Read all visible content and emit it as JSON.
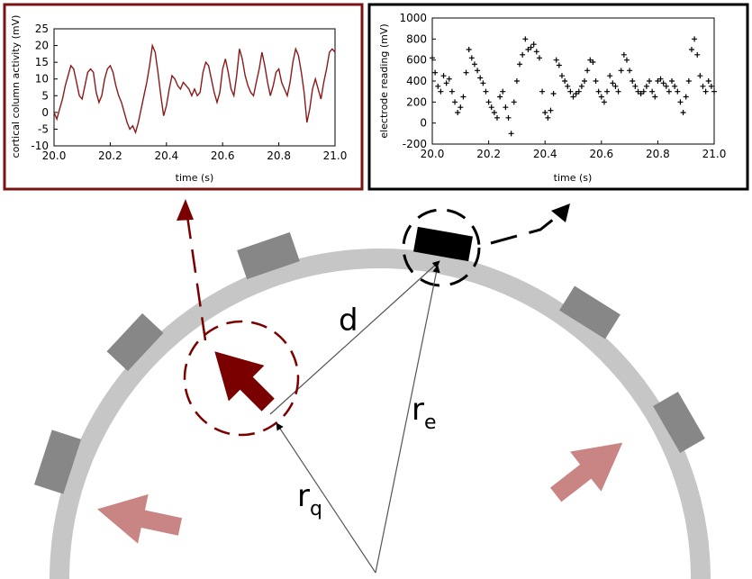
{
  "colors": {
    "dipole": "#7a0000",
    "dipole_faint": "#c98484",
    "panel_left_border": "#7a1414",
    "panel_right_border": "#000000",
    "trace_left": "#8b1a1a",
    "trace_right": "#000000",
    "skull_ring": "#c6c6c6",
    "electrode_gray": "#878787",
    "electrode_active": "#000000",
    "line": "#000000"
  },
  "diagram": {
    "label_d": "d",
    "label_re_main": "r",
    "label_re_sub": "e",
    "label_rq_main": "r",
    "label_rq_sub": "q"
  },
  "chart_data": [
    {
      "type": "line",
      "title": "",
      "xlabel": "time (s)",
      "ylabel": "cortical column activity (mV)",
      "xlim": [
        20.0,
        21.0
      ],
      "ylim": [
        -10,
        25
      ],
      "xticks": [
        "20.0",
        "20.2",
        "20.4",
        "20.6",
        "20.8",
        "21.0"
      ],
      "yticks": [
        "-10",
        "-5",
        "0",
        "5",
        "10",
        "15",
        "20",
        "25"
      ],
      "grid": false,
      "series": [
        {
          "x": [
            20.0,
            20.01,
            20.02,
            20.03,
            20.04,
            20.05,
            20.06,
            20.07,
            20.08,
            20.09,
            20.1,
            20.11,
            20.12,
            20.13,
            20.14,
            20.15,
            20.16,
            20.17,
            20.18,
            20.19,
            20.2,
            20.21,
            20.22,
            20.23,
            20.24,
            20.25,
            20.26,
            20.27,
            20.28,
            20.29,
            20.3,
            20.31,
            20.32,
            20.33,
            20.34,
            20.35,
            20.36,
            20.37,
            20.38,
            20.39,
            20.4,
            20.41,
            20.42,
            20.43,
            20.44,
            20.45,
            20.46,
            20.47,
            20.48,
            20.49,
            20.5,
            20.51,
            20.52,
            20.53,
            20.54,
            20.55,
            20.56,
            20.57,
            20.58,
            20.59,
            20.6,
            20.61,
            20.62,
            20.63,
            20.64,
            20.65,
            20.66,
            20.67,
            20.68,
            20.69,
            20.7,
            20.71,
            20.72,
            20.73,
            20.74,
            20.75,
            20.76,
            20.77,
            20.78,
            20.79,
            20.8,
            20.81,
            20.82,
            20.83,
            20.84,
            20.85,
            20.86,
            20.87,
            20.88,
            20.89,
            20.9,
            20.91,
            20.92,
            20.93,
            20.94,
            20.95,
            20.96,
            20.97,
            20.98,
            20.99,
            21.0
          ],
          "y": [
            0,
            -2,
            1,
            4,
            8,
            11,
            14,
            13,
            9,
            5,
            4,
            8,
            12,
            13,
            12,
            6,
            3,
            5,
            10,
            13,
            14,
            12,
            8,
            5,
            3,
            0,
            -3,
            -5,
            -4,
            -6,
            -3,
            1,
            5,
            9,
            14,
            20,
            18,
            12,
            5,
            -1,
            2,
            7,
            11,
            10,
            8,
            7,
            9,
            8,
            7,
            5,
            7,
            5,
            6,
            12,
            15,
            14,
            10,
            6,
            3,
            6,
            13,
            16,
            12,
            7,
            5,
            11,
            19,
            16,
            11,
            8,
            6,
            5,
            9,
            13,
            18,
            14,
            9,
            5,
            8,
            12,
            13,
            9,
            7,
            5,
            9,
            15,
            19,
            17,
            12,
            6,
            -3,
            1,
            7,
            10,
            7,
            4,
            9,
            13,
            18,
            19,
            18
          ]
        }
      ]
    },
    {
      "type": "scatter",
      "title": "",
      "xlabel": "time (s)",
      "ylabel": "electrode reading (mV)",
      "xlim": [
        20.0,
        21.0
      ],
      "ylim": [
        -200,
        1000
      ],
      "xticks": [
        "20.0",
        "20.2",
        "20.4",
        "20.6",
        "20.8",
        "21.0"
      ],
      "yticks": [
        "-200",
        "0",
        "200",
        "400",
        "600",
        "800",
        "1000"
      ],
      "grid": false,
      "marker": "+",
      "series": [
        {
          "x": [
            20.0,
            20.01,
            20.02,
            20.03,
            20.04,
            20.05,
            20.06,
            20.07,
            20.08,
            20.09,
            20.1,
            20.11,
            20.12,
            20.13,
            20.14,
            20.15,
            20.16,
            20.17,
            20.18,
            20.19,
            20.2,
            20.21,
            20.22,
            20.23,
            20.24,
            20.25,
            20.26,
            20.27,
            20.28,
            20.29,
            20.3,
            20.31,
            20.32,
            20.33,
            20.34,
            20.35,
            20.36,
            20.37,
            20.38,
            20.39,
            20.4,
            20.41,
            20.42,
            20.43,
            20.44,
            20.45,
            20.46,
            20.47,
            20.48,
            20.49,
            20.5,
            20.51,
            20.52,
            20.53,
            20.54,
            20.55,
            20.56,
            20.57,
            20.58,
            20.59,
            20.6,
            20.61,
            20.62,
            20.63,
            20.64,
            20.65,
            20.66,
            20.67,
            20.68,
            20.69,
            20.7,
            20.71,
            20.72,
            20.73,
            20.74,
            20.75,
            20.76,
            20.77,
            20.78,
            20.79,
            20.8,
            20.81,
            20.82,
            20.83,
            20.84,
            20.85,
            20.86,
            20.87,
            20.88,
            20.89,
            20.9,
            20.91,
            20.92,
            20.93,
            20.94,
            20.95,
            20.96,
            20.97,
            20.98,
            20.99,
            21.0
          ],
          "y": [
            620,
            480,
            350,
            300,
            450,
            380,
            420,
            300,
            200,
            100,
            150,
            250,
            480,
            700,
            620,
            560,
            500,
            430,
            380,
            300,
            200,
            150,
            100,
            50,
            250,
            300,
            150,
            50,
            -100,
            200,
            400,
            560,
            650,
            800,
            700,
            720,
            750,
            680,
            620,
            300,
            100,
            50,
            120,
            280,
            600,
            550,
            450,
            400,
            350,
            300,
            250,
            280,
            300,
            350,
            400,
            500,
            600,
            580,
            400,
            300,
            250,
            200,
            300,
            450,
            380,
            350,
            300,
            500,
            650,
            600,
            500,
            400,
            350,
            300,
            280,
            300,
            350,
            400,
            300,
            250,
            400,
            420,
            380,
            350,
            300,
            400,
            350,
            300,
            200,
            100,
            250,
            400,
            700,
            800,
            650,
            450,
            350,
            300,
            400,
            350,
            300
          ]
        }
      ]
    }
  ]
}
